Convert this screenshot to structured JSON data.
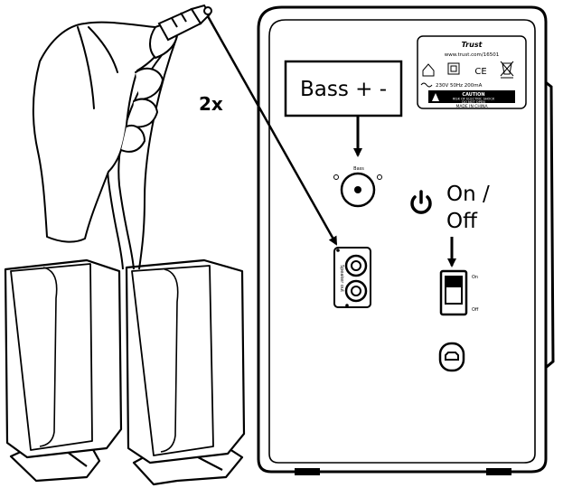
{
  "labels": {
    "multiplier": "2x",
    "bass_callout": "Bass + -",
    "power_line1": "On /",
    "power_line2": "Off"
  },
  "sticker": {
    "brand": "Trust",
    "url": "www.trust.com/16501",
    "ce_mark": "CE",
    "power_rating": "230V 50Hz 200mA",
    "caution_title": "CAUTION",
    "caution_line1": "RISK OF ELECTRIC SHOCK",
    "caution_line2": "DO NOT OPEN",
    "origin": "MADE IN CHINA"
  },
  "panel": {
    "bass_knob_label": "Bass",
    "speaker_out_label": "Speaker out",
    "switch_on": "On",
    "switch_off": "Off"
  },
  "icons": {
    "power": "power-icon",
    "usb": "usb-b-port-icon",
    "home": "home-icon",
    "double_insulation": "double-square-icon",
    "weee": "crossed-bin-icon",
    "warning": "warning-triangle-icon"
  },
  "colors": {
    "ink": "#000000",
    "paper": "#ffffff"
  }
}
